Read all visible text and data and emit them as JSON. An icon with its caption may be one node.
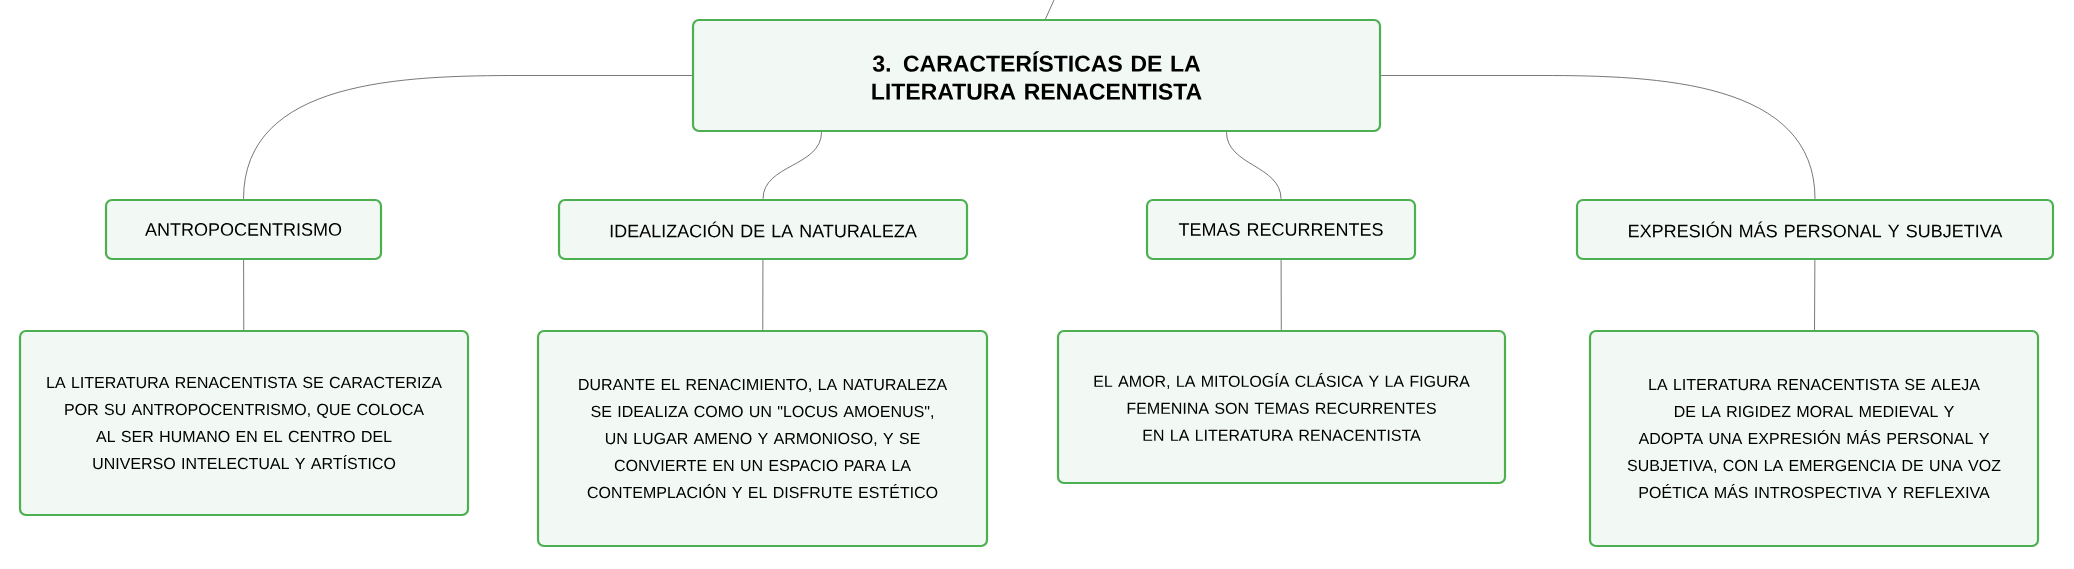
{
  "diagram": {
    "nodes": [
      {
        "text": [
          "3. CARACTERÍSTICAS DE LA LITERATURA RENACENTISTA"
        ]
      },
      {
        "text": [
          "ANTROPOCENTRISMO"
        ]
      },
      {
        "text": [
          "IDEALIZACIÓN DE LA NATURALEZA"
        ]
      },
      {
        "text": [
          "TEMAS RECURRENTES"
        ]
      },
      {
        "text": [
          "EXPRESIÓN MÁS PERSONAL Y SUBJETIVA"
        ]
      },
      {
        "text": [
          "LA LITERATURA RENACENTISTA SE CARACTERIZA POR SU ANTROPOCENTRISMO, QUE COLOCA AL SER HUMANO EN EL CENTRO DEL UNIVERSO INTELECTUAL Y ARTÍSTICO"
        ]
      },
      {
        "text": [
          "DURANTE EL RENACIMIENTO, LA NATURALEZA SE IDEALIZA COMO UN \"LOCUS AMOENUS\", UN LUGAR AMENO Y ARMONIOSO, Y SE CONVIERTE EN UN ESPACIO PARA LA CONTEMPLACIÓN Y EL DISFRUTE ESTÉTICO"
        ]
      },
      {
        "text": [
          "EL AMOR, LA MITOLOGÍA CLÁSICA Y LA FIGURA FEMENINA SON TEMAS RECURRENTES EN LA LITERATURA RENACENTISTA"
        ]
      },
      {
        "text": [
          "LA LITERATURA RENACENTISTA SE ALEJA DE LA RIGIDEZ MORAL MEDIEVAL Y ADOPTA UNA EXPRESIÓN MÁS PERSONAL Y SUBJETIVA, CON LA EMERGENCIA DE UNA VOZ POÉTICA MÁS INTROSPECTIVA Y REFLEXIVA"
        ]
      }
    ],
    "edges": [
      {
        "from": null,
        "to": 0,
        "arrow": "none"
      },
      {
        "from": 0,
        "to": 1,
        "arrow": "none"
      },
      {
        "from": 0,
        "to": 2,
        "arrow": "none"
      },
      {
        "from": 0,
        "to": 3,
        "arrow": "none"
      },
      {
        "from": 0,
        "to": 4,
        "arrow": "none"
      },
      {
        "from": 1,
        "to": 5,
        "arrow": "none"
      },
      {
        "from": 2,
        "to": 6,
        "arrow": "none"
      },
      {
        "from": 3,
        "to": 7,
        "arrow": "none"
      },
      {
        "from": 4,
        "to": 8,
        "arrow": "none"
      }
    ]
  }
}
